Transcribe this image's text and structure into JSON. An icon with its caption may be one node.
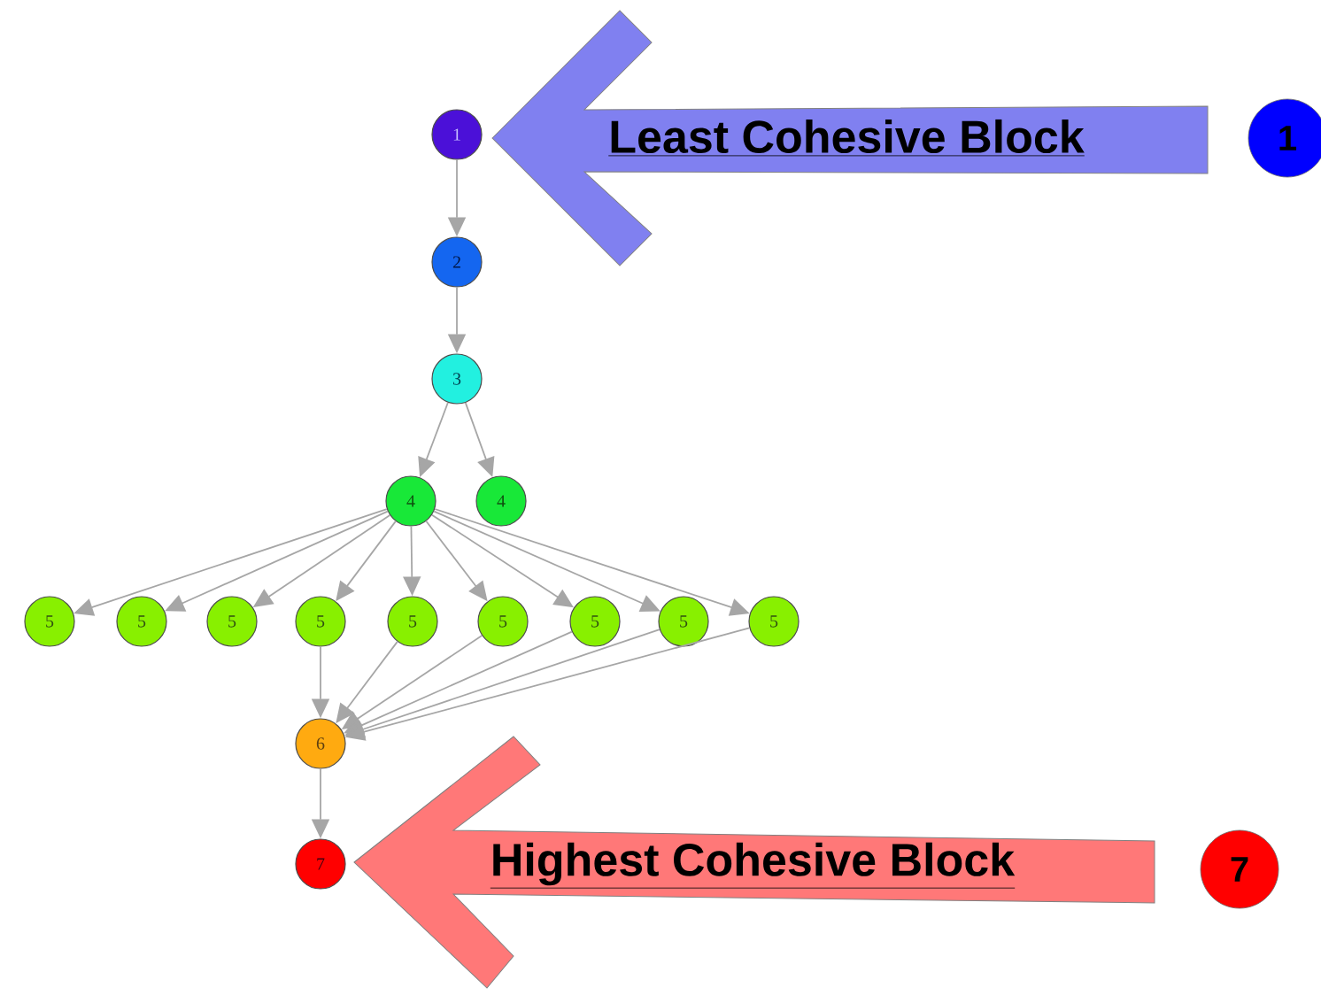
{
  "diagram": {
    "nodes": [
      {
        "text": [
          "1"
        ]
      },
      {
        "text": [
          "2"
        ]
      },
      {
        "text": [
          "3"
        ]
      },
      {
        "text": [
          "4"
        ]
      },
      {
        "text": [
          "4"
        ]
      },
      {
        "text": [
          "5"
        ]
      },
      {
        "text": [
          "5"
        ]
      },
      {
        "text": [
          "5"
        ]
      },
      {
        "text": [
          "5"
        ]
      },
      {
        "text": [
          "5"
        ]
      },
      {
        "text": [
          "5"
        ]
      },
      {
        "text": [
          "5"
        ]
      },
      {
        "text": [
          "5"
        ]
      },
      {
        "text": [
          "5"
        ]
      },
      {
        "text": [
          "6"
        ]
      },
      {
        "text": [
          "7"
        ]
      },
      {
        "text": [
          "Least Cohesive Block"
        ]
      },
      {
        "text": [
          "1"
        ]
      },
      {
        "text": [
          "Highest Cohesive Block"
        ]
      },
      {
        "text": [
          "7"
        ]
      }
    ],
    "edges": [
      {
        "from": 0,
        "to": 1,
        "arrow": "to"
      },
      {
        "from": 1,
        "to": 2,
        "arrow": "to"
      },
      {
        "from": 2,
        "to": 3,
        "arrow": "to"
      },
      {
        "from": 2,
        "to": 4,
        "arrow": "to"
      },
      {
        "from": 3,
        "to": 5,
        "arrow": "to"
      },
      {
        "from": 3,
        "to": 6,
        "arrow": "to"
      },
      {
        "from": 3,
        "to": 7,
        "arrow": "to"
      },
      {
        "from": 3,
        "to": 8,
        "arrow": "to"
      },
      {
        "from": 3,
        "to": 9,
        "arrow": "to"
      },
      {
        "from": 3,
        "to": 10,
        "arrow": "to"
      },
      {
        "from": 3,
        "to": 11,
        "arrow": "to"
      },
      {
        "from": 3,
        "to": 12,
        "arrow": "to"
      },
      {
        "from": 3,
        "to": 13,
        "arrow": "to"
      },
      {
        "from": 8,
        "to": 14,
        "arrow": "to"
      },
      {
        "from": 9,
        "to": 14,
        "arrow": "to"
      },
      {
        "from": 10,
        "to": 14,
        "arrow": "to"
      },
      {
        "from": 11,
        "to": 14,
        "arrow": "to"
      },
      {
        "from": 12,
        "to": 14,
        "arrow": "to"
      },
      {
        "from": 13,
        "to": 14,
        "arrow": "to"
      },
      {
        "from": 14,
        "to": 15,
        "arrow": "to"
      }
    ]
  }
}
